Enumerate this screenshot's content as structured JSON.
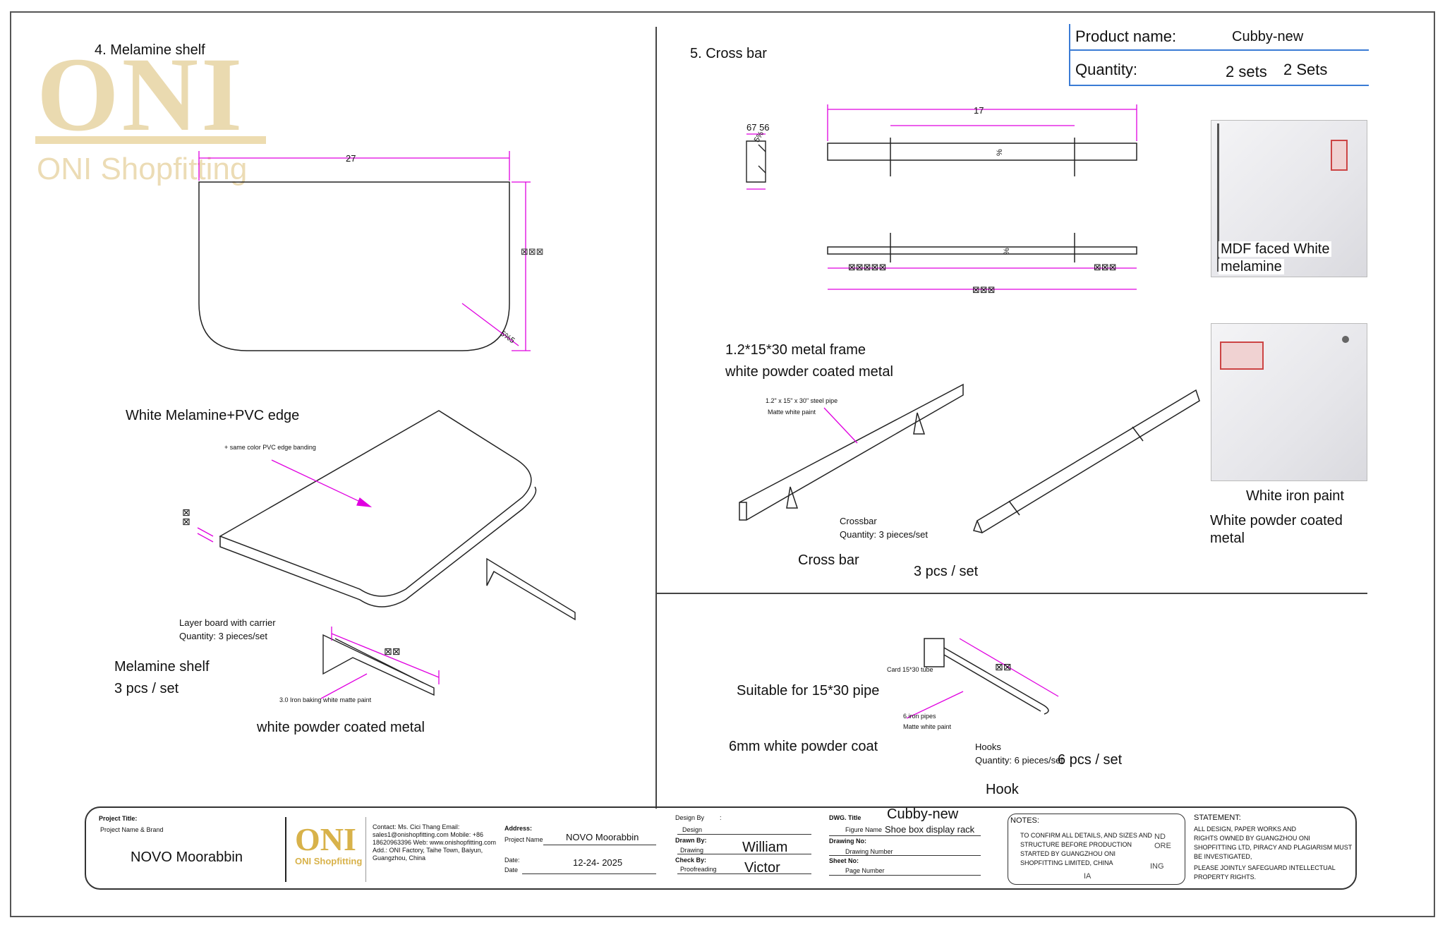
{
  "watermark": {
    "logo": "ONI",
    "sub": "ONI Shopfitting"
  },
  "left": {
    "section_title": "4.  Melamine shelf",
    "dim_width": "27",
    "dim_height": "⊠⊠⊠",
    "dim_radius": "5%5",
    "material": "White Melamine+PVC edge",
    "callout_edge": "+ same color PVC edge banding",
    "dim_thickness": "⊠\n⊠",
    "layer_caption_1": "Layer board with carrier",
    "layer_caption_2": "Quantity: 3 pieces/set",
    "name": "Melamine shelf",
    "qty": "3 pcs / set",
    "bracket_callout": "3.0 Iron baking white matte paint",
    "bracket_finish": "white powder coated metal",
    "bracket_dim": "⊠⊠"
  },
  "right_top": {
    "section_title": "5. Cross bar",
    "product_label": "Product name:",
    "product_value": "Cubby-new",
    "qty_label": "Quantity:",
    "qty_value_1": "2 sets",
    "qty_value_2": "2 Sets",
    "dim_len": "17",
    "dim_detail": "67 56",
    "dim_small": "5%",
    "dim_pct": "%",
    "dim_a": "⊠⊠⊠⊠⊠",
    "dim_b": "⊠⊠⊠",
    "dim_c": "⊠⊠⊠",
    "frame_spec": "1.2*15*30 metal frame",
    "frame_finish": "white powder coated metal",
    "pipe_callout_1": "1.2\" x 15\" x 30\" steel pipe",
    "pipe_callout_2": "Matte white paint",
    "crossbar_caption_1": "Crossbar",
    "crossbar_caption_2": "Quantity: 3 pieces/set",
    "name": "Cross bar",
    "qty": "3 pcs / set",
    "photo1_label_1": "MDF faced White",
    "photo1_label_2": "melamine",
    "photo2_label": "White iron paint",
    "photo2_finish_1": "White powder coated",
    "photo2_finish_2": "metal"
  },
  "right_bottom": {
    "card_tube": "Card 15*30 tube",
    "suitable": "Suitable for 15*30 pipe",
    "iron_pipes_1": "6 iron pipes",
    "iron_pipes_2": "Matte white paint",
    "finish": "6mm white powder coat",
    "hooks_caption_1": "Hooks",
    "hooks_caption_2": "Quantity: 6 pieces/set",
    "qty": "6 pcs / set",
    "name": "Hook",
    "dim": "⊠⊠"
  },
  "title_block": {
    "project_title_label": "Project Title:",
    "project_name_brand": "Project Name & Brand",
    "project": "NOVO Moorabbin",
    "logo": "ONI",
    "logo_sub": "ONI Shopfitting",
    "contact": [
      "Contact: Ms. Cici Thang Email:",
      "sales1@onishopfitting.com Mobile: +86",
      "18620963396 Web: www.onishopfitting.com",
      "Add.: ONI Factory, Taihe Town, Baiyun,",
      "Guangzhou, China"
    ],
    "address_label": "Address:",
    "project_name_label": "Project Name",
    "project_name_value": "NOVO Moorabbin",
    "date_label_1": "Date:",
    "date_label_2": "Date",
    "date_value": "12-24- 2025",
    "design_by_label": "Design By",
    "design_by_colon": ":",
    "design_label": "Design",
    "drawn_by_label": "Drawn By:",
    "drawing_label": "Drawing",
    "check_by_label": "Check By:",
    "proofreading_label": "Proofreading",
    "drawn_by": "William",
    "checked_by": "Victor",
    "dwg_title_label": "DWG. Title",
    "dwg_title": "Cubby-new",
    "figure_name_label": "Figure Name",
    "figure_name": "Shoe box display rack",
    "drawing_no_label": "Drawing No:",
    "drawing_number_label": "Drawing Number",
    "sheet_no_label": "Sheet No:",
    "page_number_label": "Page Number",
    "notes_label": "NOTES:",
    "notes": [
      "TO CONFIRM ALL DETAILS, AND SIZES AND",
      "STRUCTURE BEFORE PRODUCTION",
      "STARTED BY GUANGZHOU ONI",
      "SHOPFITTING LIMITED, CHINA"
    ],
    "notes_ghost": [
      "ND",
      "ORE",
      "ING",
      "IA"
    ],
    "statement_label": "STATEMENT:",
    "statement": [
      "ALL DESIGN, PAPER WORKS AND",
      "RIGHTS OWNED BY GUANGZHOU ONI",
      "SHOPFITTING LTD, PIRACY AND PLAGIARISM MUST",
      "BE INVESTIGATED,",
      "PLEASE JOINTLY SAFEGUARD INTELLECTUAL",
      "PROPERTY RIGHTS."
    ]
  },
  "colors": {
    "dimension": "#e000e0",
    "line": "#222222",
    "accent_blue": "#3a7bd5",
    "logo_gold": "#d8b24a"
  }
}
